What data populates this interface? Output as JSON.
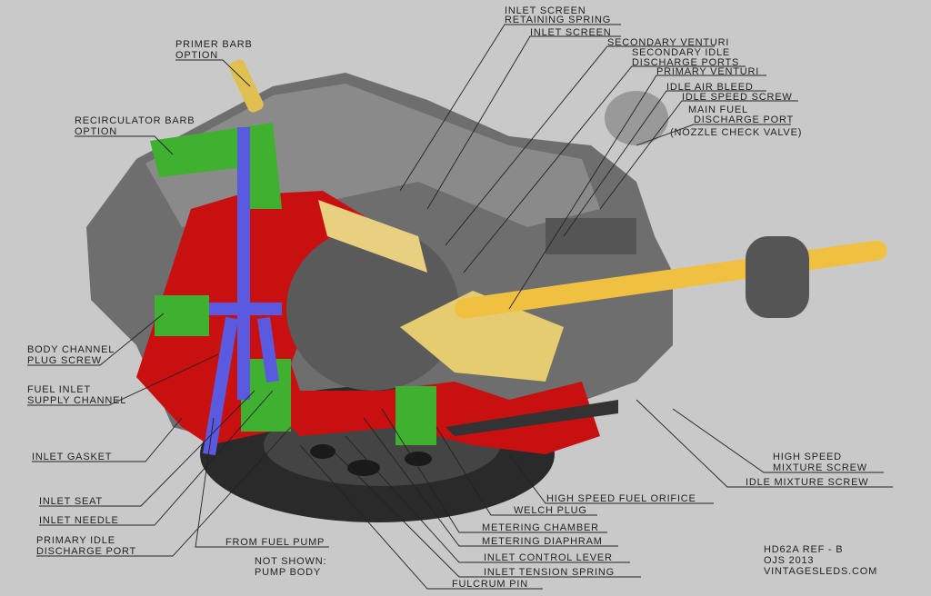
{
  "labels": {
    "inlet_screen_retaining_spring": [
      "INLET SCREEN",
      "RETAINING SPRING"
    ],
    "inlet_screen": "INLET SCREEN",
    "secondary_venturi": "SECONDARY VENTURI",
    "secondary_idle_discharge_ports": [
      "SECONDARY IDLE",
      "DISCHARGE PORTS"
    ],
    "primary_venturi": "PRIMARY VENTURI",
    "idle_air_bleed": "IDLE AIR BLEED",
    "idle_speed_screw": "IDLE SPEED SCREW",
    "main_fuel_discharge_port": [
      "MAIN FUEL",
      "DISCHARGE PORT",
      "(NOZZLE CHECK VALVE)"
    ],
    "primer_barb": [
      "PRIMER BARB",
      "OPTION"
    ],
    "recirculator_barb": [
      "RECIRCULATOR BARB",
      "OPTION"
    ],
    "body_channel_plug_screw": [
      "BODY CHANNEL",
      "PLUG SCREW"
    ],
    "fuel_inlet_supply_channel": [
      "FUEL INLET",
      "SUPPLY CHANNEL"
    ],
    "inlet_gasket": "INLET GASKET",
    "inlet_seat": "INLET SEAT",
    "inlet_needle": "INLET NEEDLE",
    "primary_idle_discharge_port": [
      "PRIMARY IDLE",
      "DISCHARGE PORT"
    ],
    "from_fuel_pump": "FROM FUEL PUMP",
    "not_shown": [
      "NOT SHOWN:",
      "PUMP BODY"
    ],
    "high_speed_fuel_orifice": "HIGH SPEED FUEL ORIFICE",
    "welch_plug": "WELCH PLUG",
    "metering_chamber": "METERING CHAMBER",
    "metering_diaphram": "METERING DIAPHRAM",
    "inlet_control_lever": "INLET CONTROL LEVER",
    "inlet_tension_spring": "INLET TENSION SPRING",
    "fulcrum_pin": "FULCRUM PIN",
    "high_speed_mixture_screw": [
      "HIGH SPEED",
      "MIXTURE SCREW"
    ],
    "idle_mixture_screw": "IDLE MIXTURE SCREW"
  },
  "credits": [
    "HD62A REF - B",
    "OJS 2013",
    "VINTAGESLEDS.COM"
  ],
  "colors": {
    "body": "#6e6e6e",
    "section": "#c81010",
    "channel": "#5a5ae0",
    "fitting": "#40b030",
    "brass": "#f0d060",
    "gasket": "#2a2a2a"
  }
}
